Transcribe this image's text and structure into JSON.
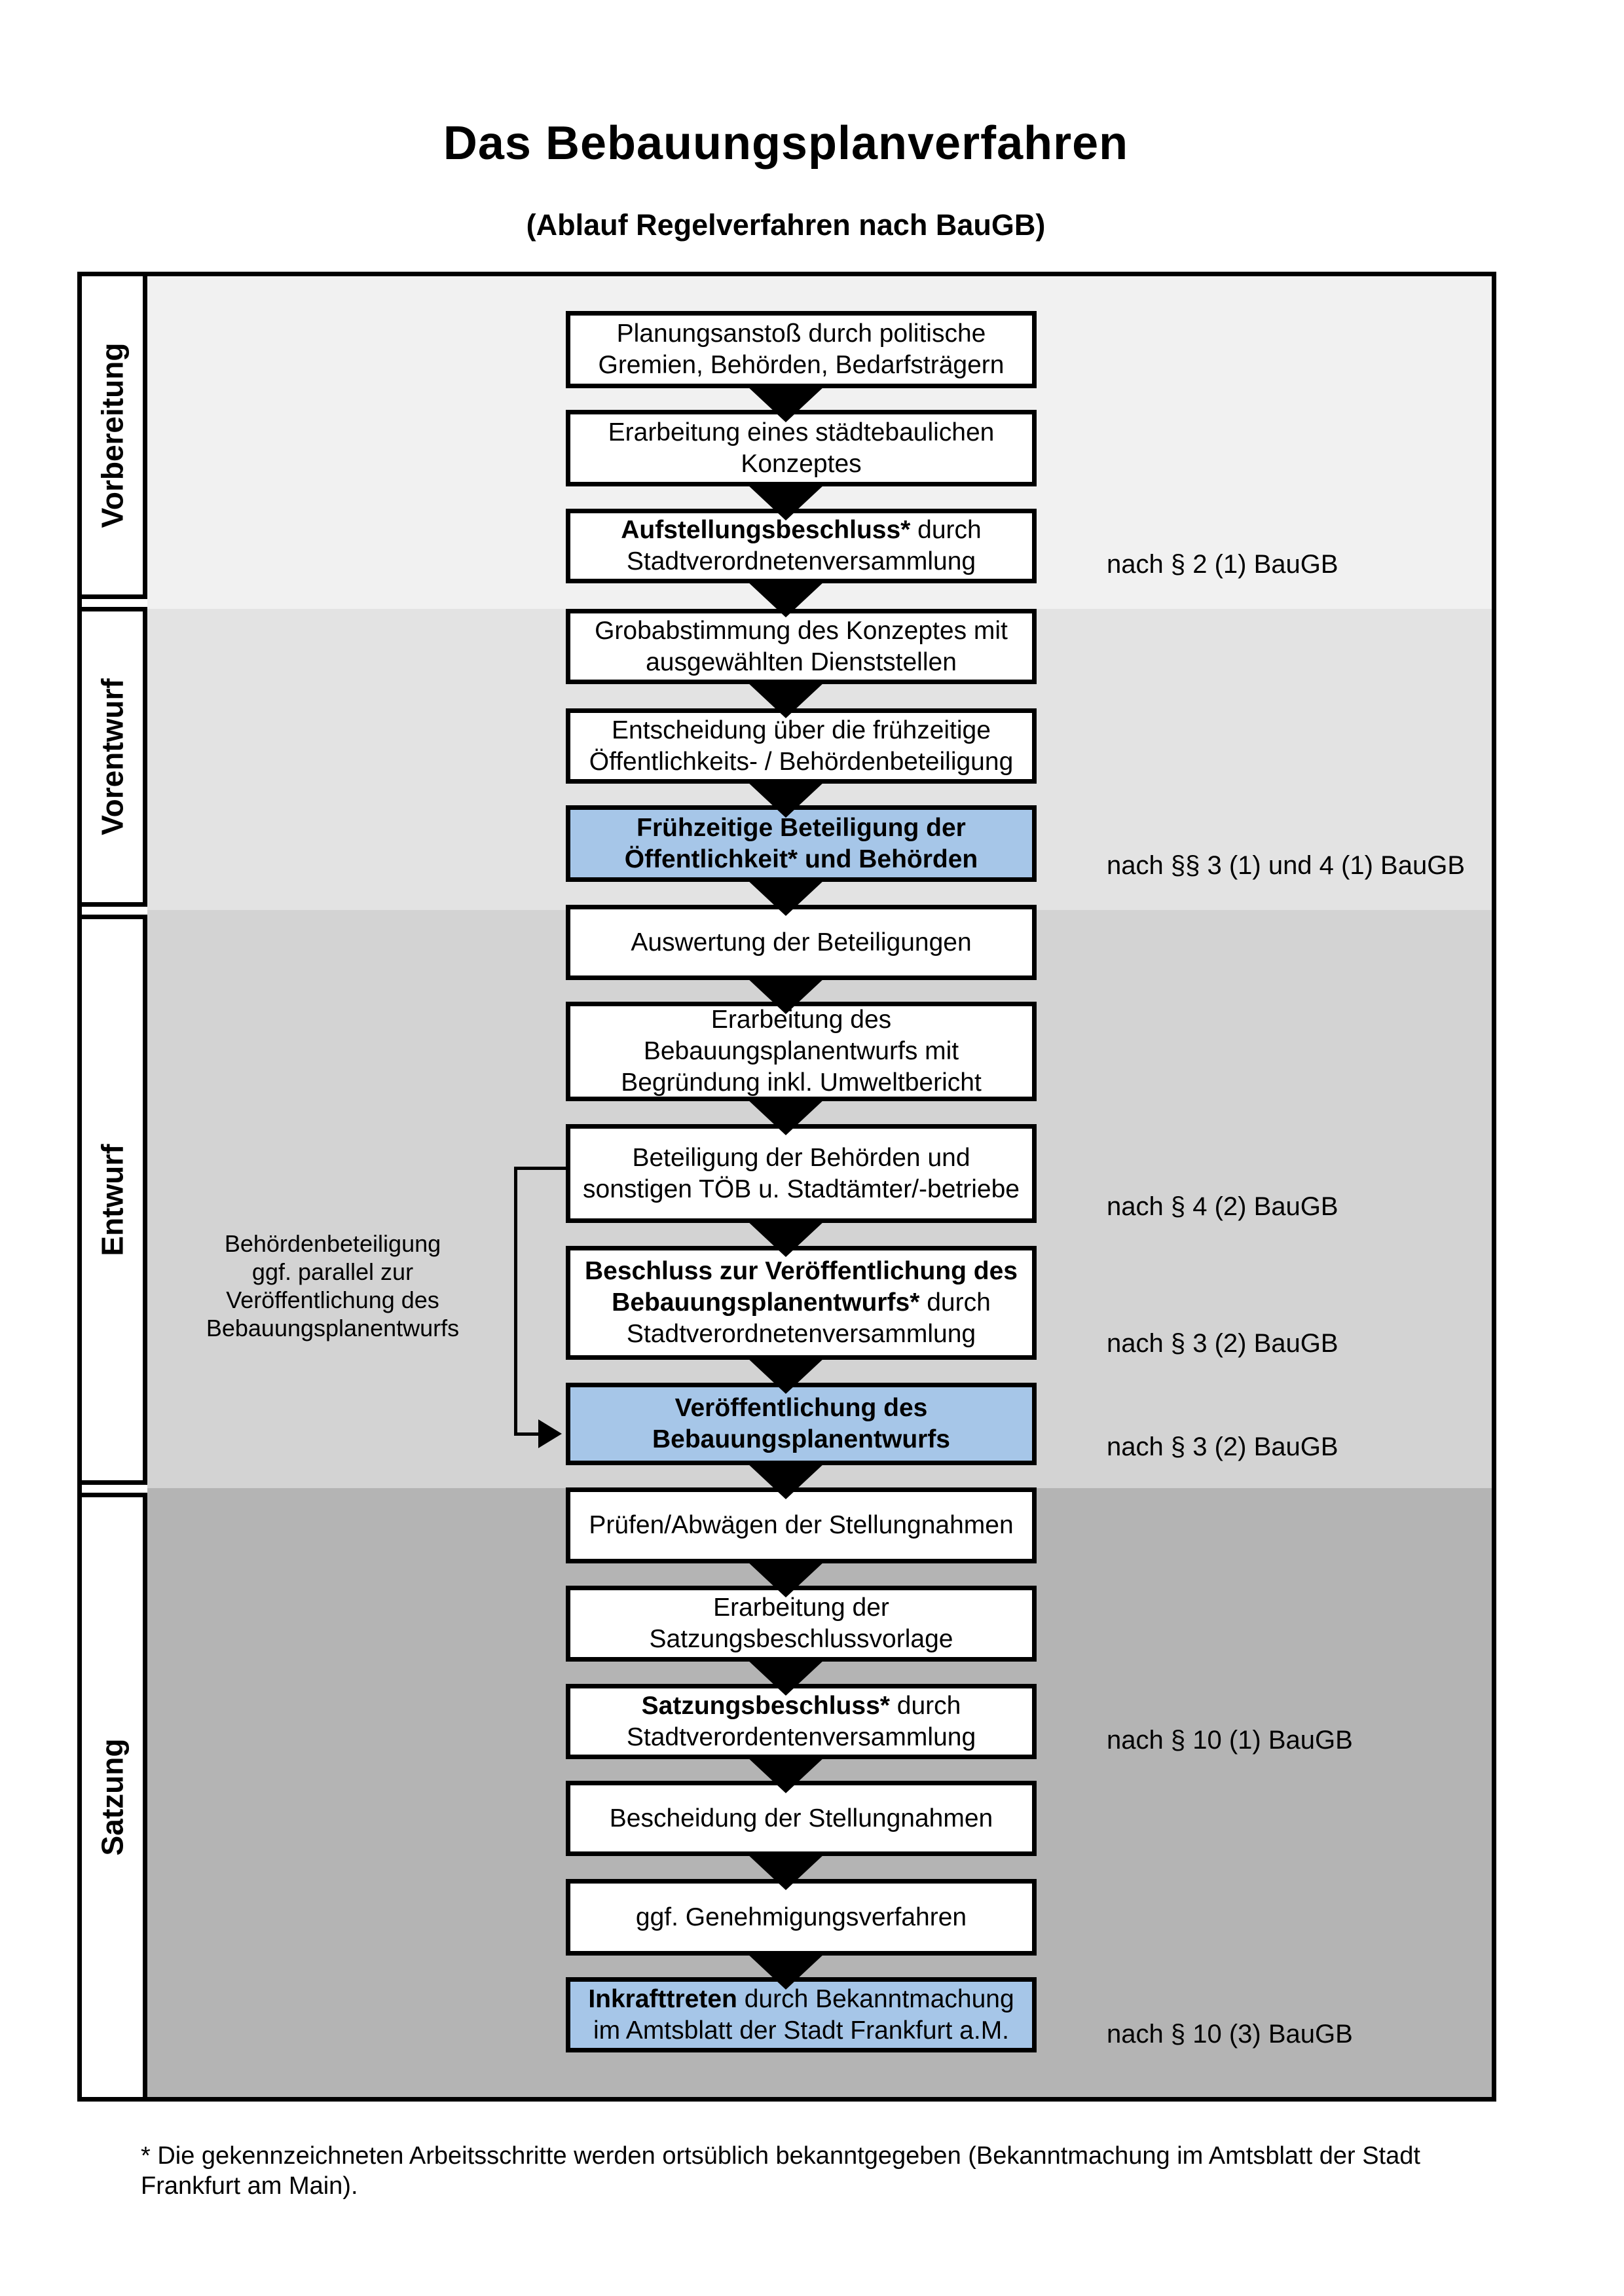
{
  "title": "Das Bebauungsplanverfahren",
  "subtitle": "(Ablauf Regelverfahren nach BauGB)",
  "colors": {
    "highlight_blue": "#a6c6e8",
    "section_bg_1": "#f1f1f1",
    "section_bg_2": "#e3e3e3",
    "section_bg_3": "#d3d3d3",
    "section_bg_4": "#b4b4b4",
    "box_border": "#000000"
  },
  "sections": [
    {
      "label": "Vorbereitung"
    },
    {
      "label": "Vorentwurf"
    },
    {
      "label": "Entwurf"
    },
    {
      "label": "Satzung"
    }
  ],
  "boxes": [
    {
      "text": "Planungsanstoß durch politische\nGremien, Behörden, Bedarfsträgern"
    },
    {
      "text": "Erarbeitung eines städtebaulichen\nKonzeptes"
    },
    {
      "bold": "Aufstellungsbeschluss*",
      "text": " durch\nStadtverordnetenversammlung",
      "note": "nach § 2 (1) BauGB"
    },
    {
      "text": "Grobabstimmung des Konzeptes mit\nausgewählten Dienststellen"
    },
    {
      "text": "Entscheidung über die frühzeitige\nÖffentlichkeits- / Behördenbeteiligung"
    },
    {
      "bold": "Frühzeitige Beteiligung der\nÖffentlichkeit* und Behörden",
      "note": "nach §§ 3 (1) und 4 (1) BauGB"
    },
    {
      "text": "Auswertung der Beteiligungen"
    },
    {
      "text": "Erarbeitung des\nBebauungsplanentwurfs mit\nBegründung inkl. Umweltbericht"
    },
    {
      "text": "Beteiligung der Behörden und\nsonstigen TÖB u. Stadtämter/-betriebe",
      "note": "nach § 4 (2) BauGB"
    },
    {
      "bold": "Beschluss zur Veröffentlichung des\nBebauungsplanentwurfs*",
      "text": " durch\nStadtverordnetenversammlung",
      "note": "nach § 3 (2) BauGB"
    },
    {
      "bold": "Veröffentlichung des\nBebauungsplanentwurfs",
      "note": "nach § 3 (2) BauGB"
    },
    {
      "text": "Prüfen/Abwägen der Stellungnahmen"
    },
    {
      "text": "Erarbeitung der\nSatzungsbeschlussvorlage"
    },
    {
      "bold": "Satzungsbeschluss*",
      "text": " durch\nStadtverordentenversammlung",
      "note": "nach § 10 (1) BauGB"
    },
    {
      "text": "Bescheidung der Stellungnahmen"
    },
    {
      "text": "ggf. Genehmigungsverfahren"
    },
    {
      "bold": "Inkrafttreten",
      "text": " durch Bekanntmachung\nim Amtsblatt der Stadt Frankfurt a.M.",
      "note": "nach § 10 (3) BauGB"
    }
  ],
  "side_note": "Behördenbeteiligung\nggf. parallel zur\nVeröffentlichung des\nBebauungsplanentwurfs",
  "footnote": "* Die gekennzeichneten Arbeitsschritte werden ortsüblich bekanntgegeben (Bekanntmachung im Amtsblatt der Stadt\nFrankfurt am Main)."
}
